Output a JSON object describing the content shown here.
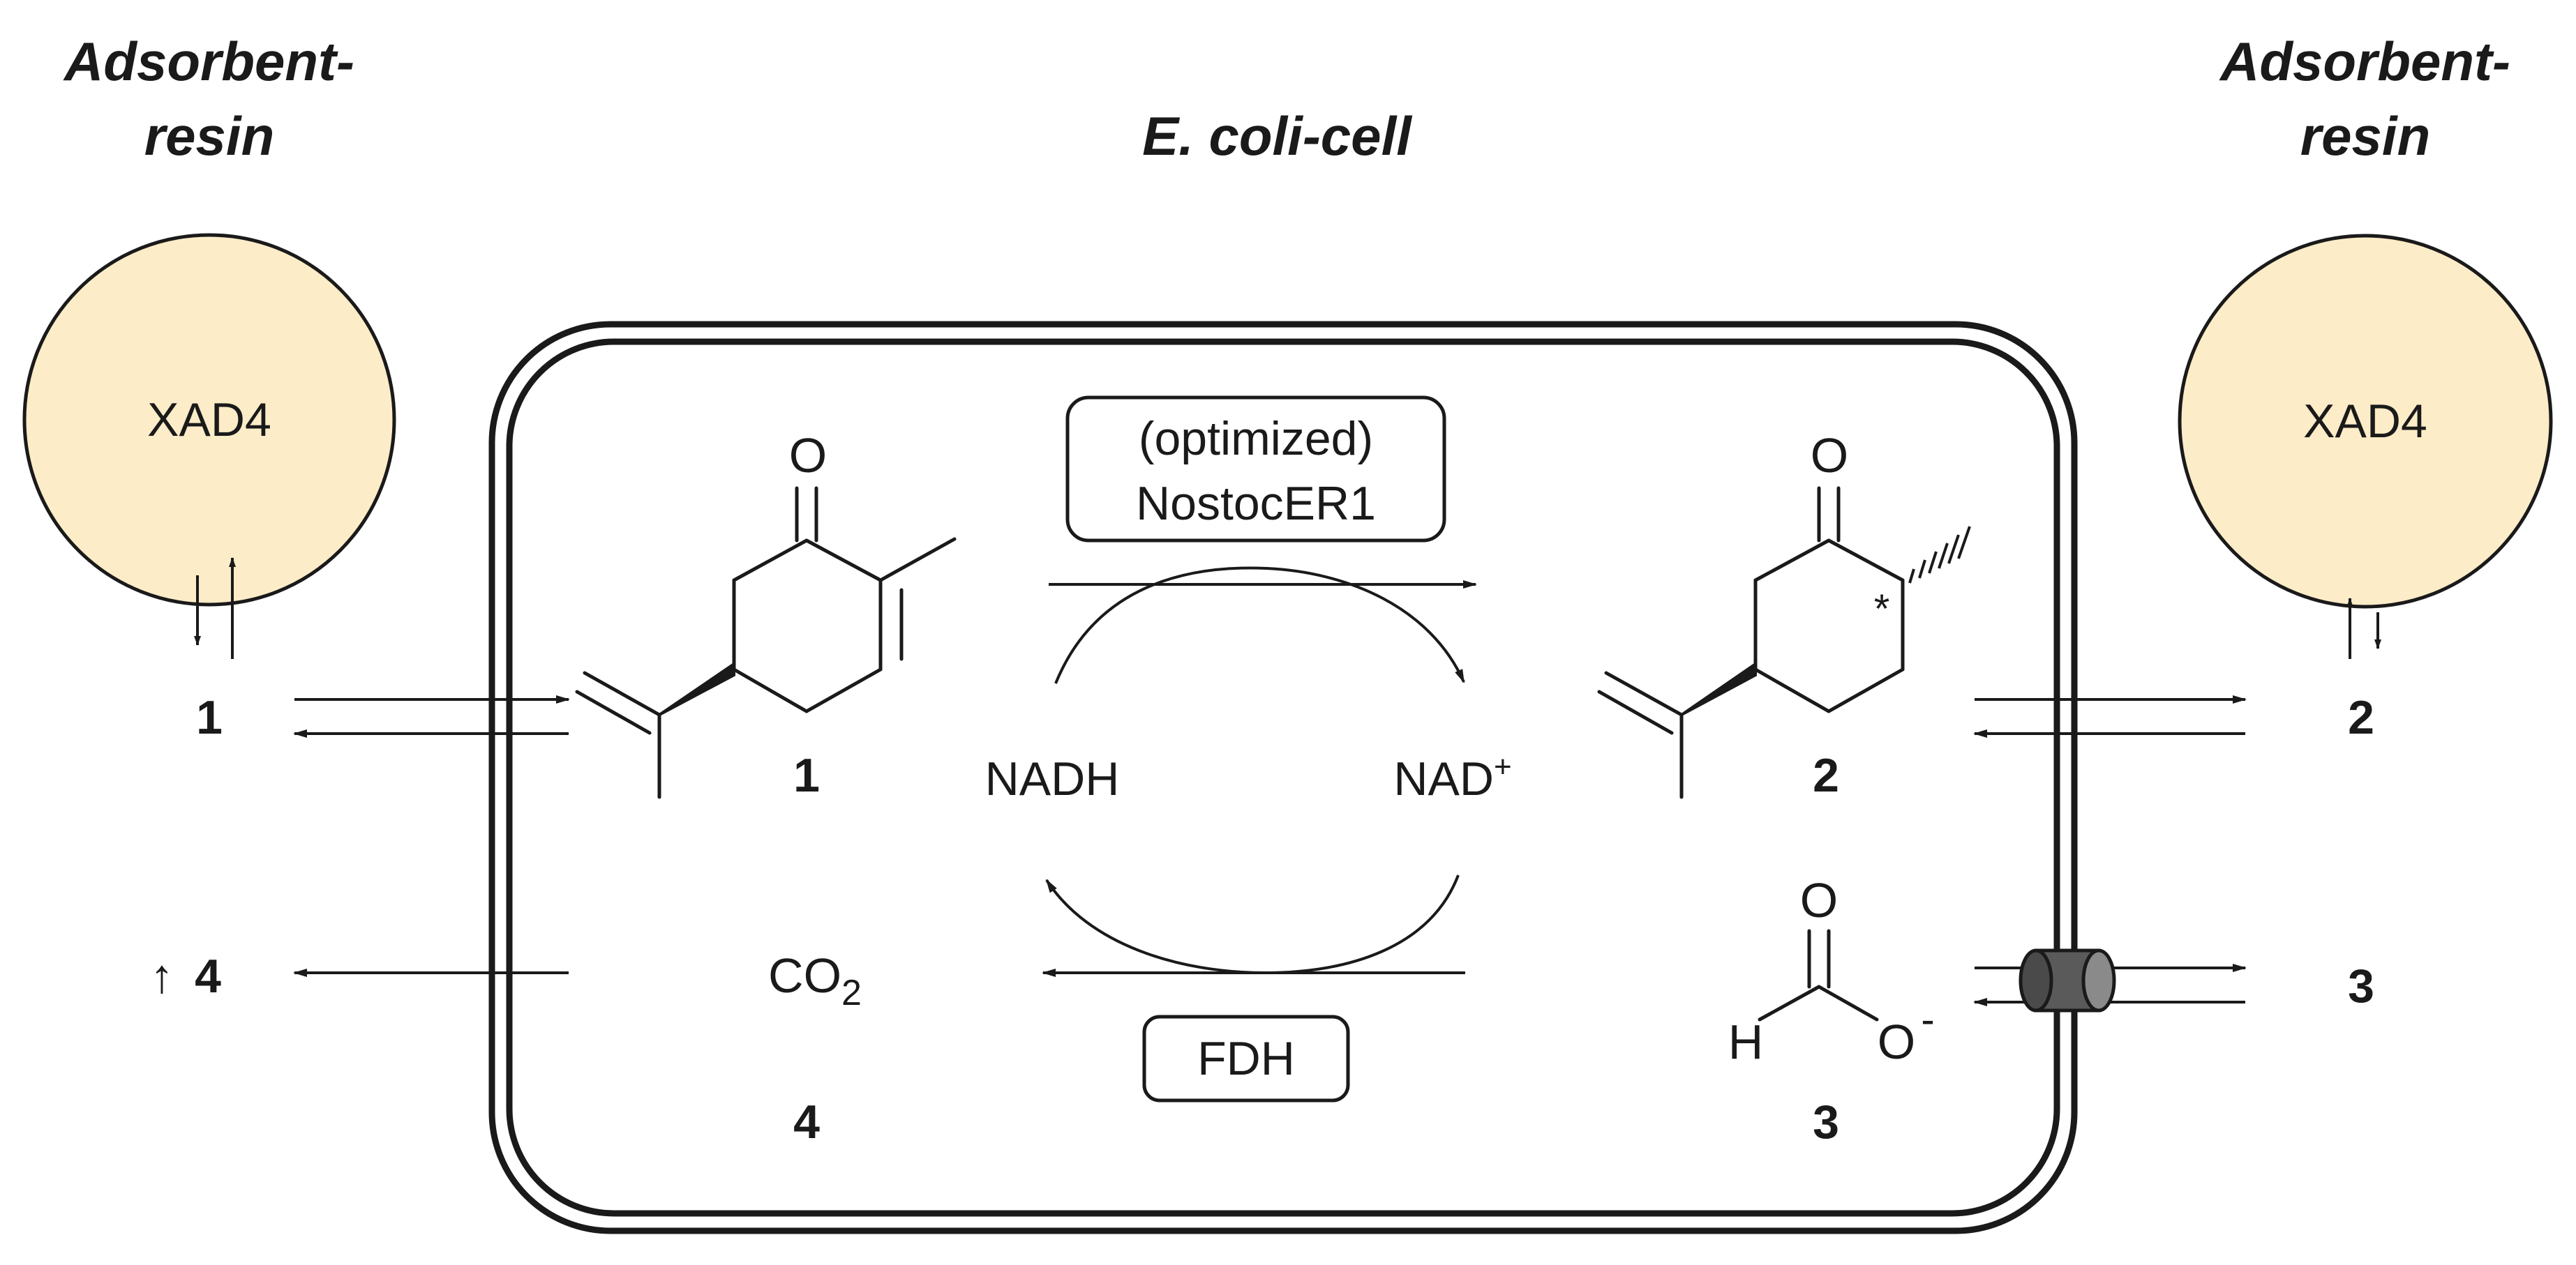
{
  "resin_left": {
    "title_line1": "Adsorbent-",
    "title_line2": "resin",
    "circle_label": "XAD4",
    "fill_color": "#fdecc8"
  },
  "resin_right": {
    "title_line1": "Adsorbent-",
    "title_line2": "resin",
    "circle_label": "XAD4",
    "fill_color": "#fdecc8"
  },
  "cell": {
    "title": "E. coli-cell"
  },
  "enzymes": {
    "ene_reductase_line1": "(optimized)",
    "ene_reductase_line2": "NostocER1",
    "fdh": "FDH"
  },
  "cofactors": {
    "reduced": "NADH",
    "oxidized_base": "NAD",
    "oxidized_sup": "+"
  },
  "compounds": {
    "c1_label": "1",
    "c2_label": "2",
    "c3_label": "3",
    "c4_label": "4",
    "co2_base": "CO",
    "co2_sub": "2",
    "stereo_mark": "*"
  },
  "atoms": {
    "oxygen": "O",
    "hydrogen": "H",
    "charge_minus": "-"
  },
  "external_labels": {
    "left_1": "1",
    "left_4": "4",
    "left_4_arrow": "↑",
    "right_2": "2",
    "right_3": "3"
  }
}
